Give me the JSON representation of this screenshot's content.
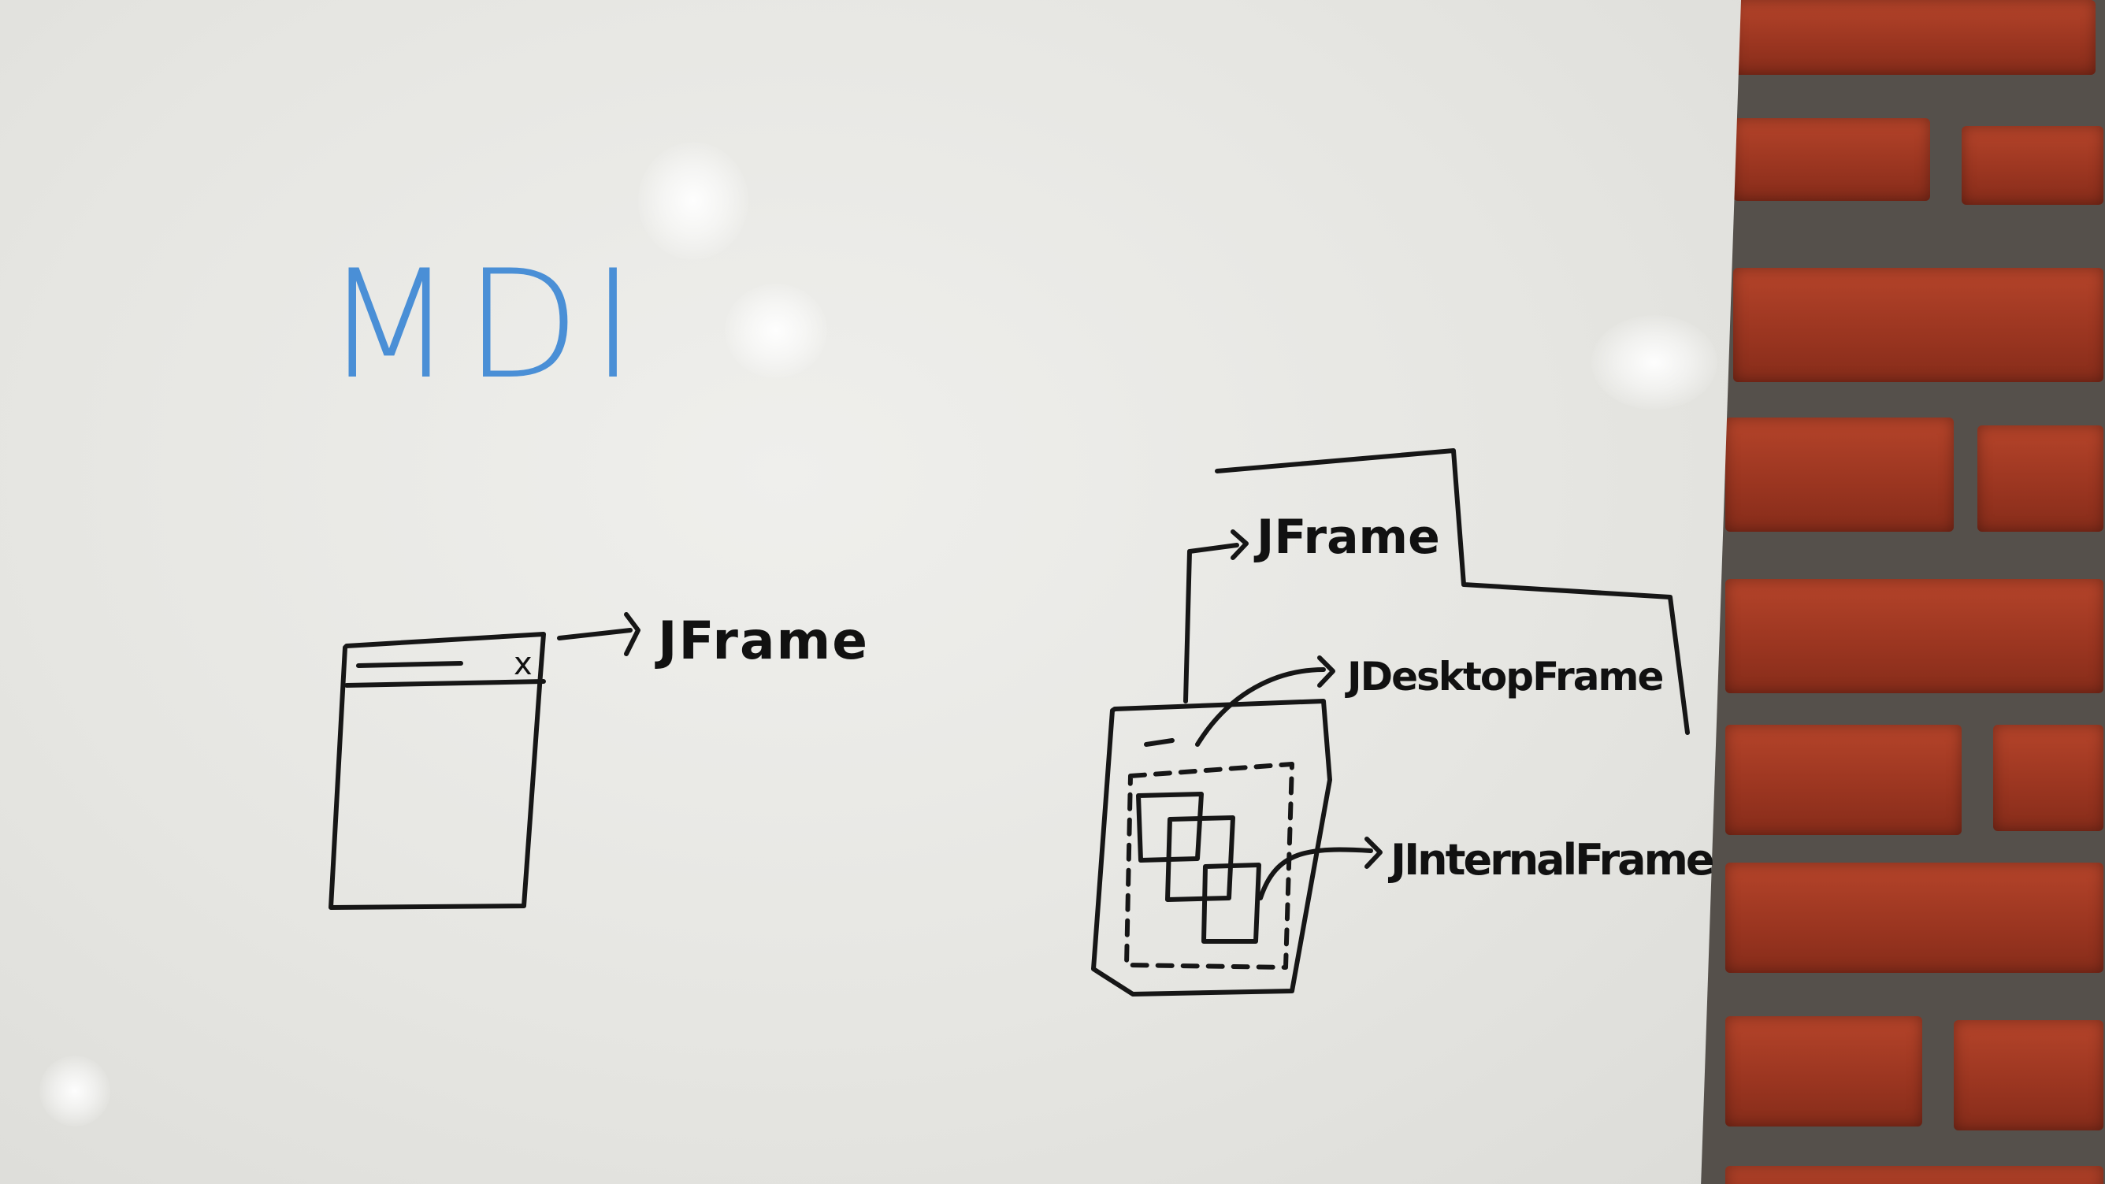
{
  "board": {
    "title": "MDI",
    "title_color": "#4a8fd6",
    "ink_color": "#161616"
  },
  "left_diagram": {
    "close_glyph": "x",
    "label": "JFrame"
  },
  "right_diagram": {
    "frame_label": "JFrame",
    "desktop_label": "JDesktopFrame",
    "internal_label": "JInternalFrame"
  },
  "background": {
    "wall": "brick-wall",
    "brick_color": "#a33a22",
    "mortar_color": "#55504b"
  }
}
